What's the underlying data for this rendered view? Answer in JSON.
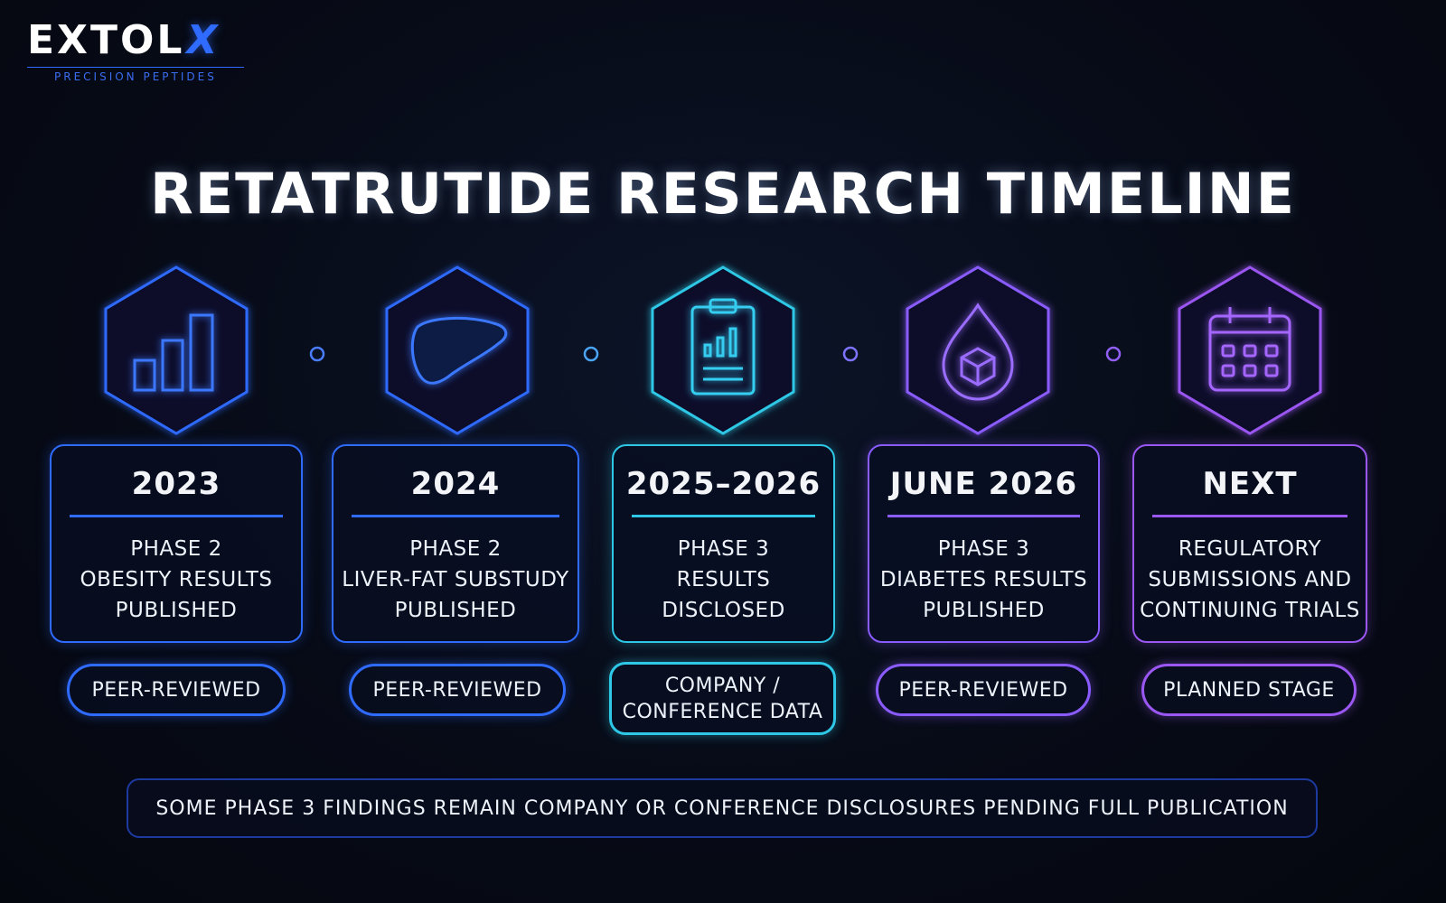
{
  "brand": {
    "wordmark": "EXTOL",
    "mark": "X",
    "tagline": "PRECISION PEPTIDES"
  },
  "title": "RETATRUTIDE RESEARCH TIMELINE",
  "colors": {
    "blue": "#2f6bff",
    "cyan": "#2ec8e6",
    "violet": "#8a5cff",
    "purple": "#9b57f2"
  },
  "stages": [
    {
      "year": "2023",
      "desc1": "PHASE 2",
      "desc2": "OBESITY RESULTS",
      "desc3": "PUBLISHED",
      "status": "PEER-REVIEWED",
      "status2": "",
      "icon": "bar-chart-icon",
      "color": "#2f6bff"
    },
    {
      "year": "2024",
      "desc1": "PHASE 2",
      "desc2": "LIVER-FAT SUBSTUDY",
      "desc3": "PUBLISHED",
      "status": "PEER-REVIEWED",
      "status2": "",
      "icon": "liver-icon",
      "color": "#2f6bff"
    },
    {
      "year": "2025–2026",
      "desc1": "PHASE 3",
      "desc2": "RESULTS",
      "desc3": "DISCLOSED",
      "status": "COMPANY /",
      "status2": "CONFERENCE DATA",
      "icon": "clipboard-chart-icon",
      "color": "#2ec8e6"
    },
    {
      "year": "JUNE 2026",
      "desc1": "PHASE 3",
      "desc2": "DIABETES RESULTS",
      "desc3": "PUBLISHED",
      "status": "PEER-REVIEWED",
      "status2": "",
      "icon": "drop-cube-icon",
      "color": "#8a5cff"
    },
    {
      "year": "NEXT",
      "desc1": "REGULATORY",
      "desc2": "SUBMISSIONS AND",
      "desc3": "CONTINUING TRIALS",
      "status": "PLANNED STAGE",
      "status2": "",
      "icon": "calendar-icon",
      "color": "#9b57f2"
    }
  ],
  "footnote": "SOME PHASE 3 FINDINGS REMAIN COMPANY OR CONFERENCE DISCLOSURES PENDING FULL PUBLICATION"
}
